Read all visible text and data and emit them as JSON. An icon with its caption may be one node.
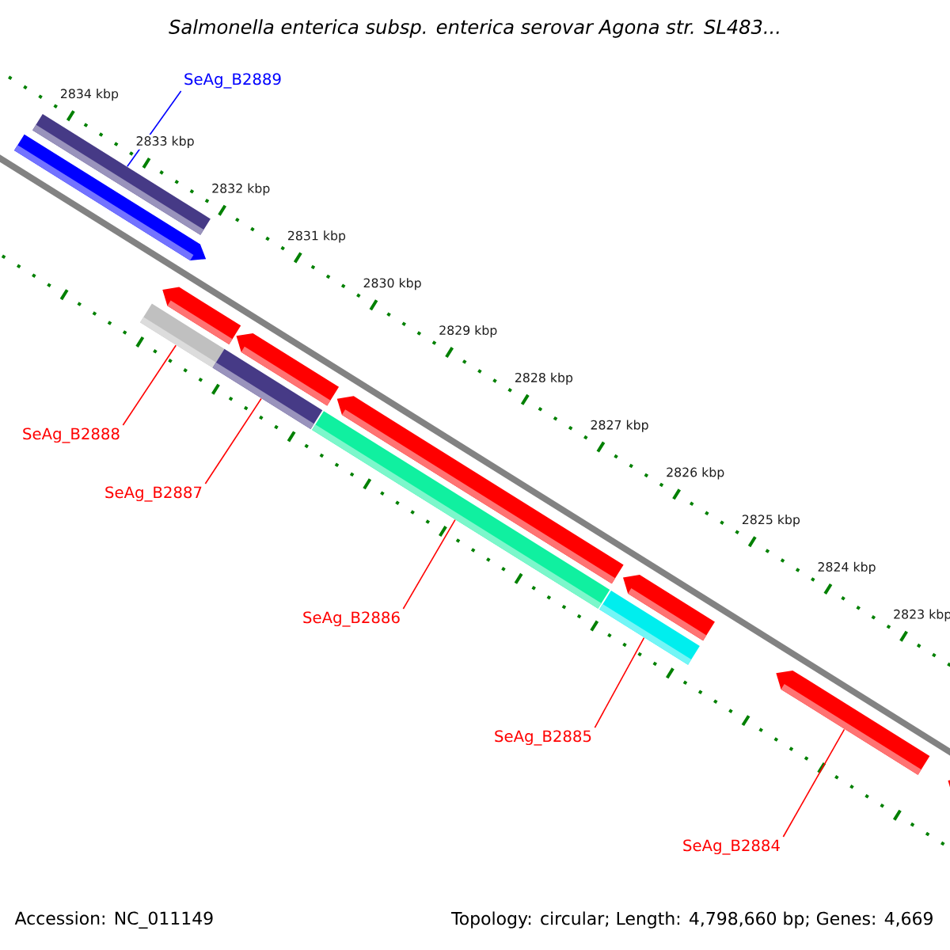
{
  "diagram": {
    "title": "Salmonella enterica subsp. enterica serovar Agona str. SL483...",
    "nodes": [
      {
        "text": [
          "SeAg_B2889"
        ]
      },
      {
        "text": [
          "SeAg_B2888"
        ]
      },
      {
        "text": [
          "SeAg_B2887"
        ]
      },
      {
        "text": [
          "SeAg_B2886"
        ]
      },
      {
        "text": [
          "SeAg_B2885"
        ]
      },
      {
        "text": [
          "SeAg_B2884"
        ]
      },
      {
        "text": [],
        "shape": "bar"
      },
      {
        "text": [],
        "shape": "arrow"
      },
      {
        "text": [],
        "shape": "bar"
      },
      {
        "text": [],
        "shape": "arrow"
      },
      {
        "text": [],
        "shape": "bar"
      },
      {
        "text": [],
        "shape": "arrow"
      },
      {
        "text": [],
        "shape": "bar"
      },
      {
        "text": [],
        "shape": "arrow"
      },
      {
        "text": [],
        "shape": "bar"
      },
      {
        "text": [],
        "shape": "arrow"
      },
      {
        "text": [],
        "shape": "arrow"
      },
      {
        "text": [],
        "shape": "arrow"
      }
    ],
    "edges": [
      {
        "from": 0,
        "to": 6,
        "arrow": "none",
        "color": "#0000ff"
      },
      {
        "from": 1,
        "to": 8,
        "arrow": "none"
      },
      {
        "from": 2,
        "to": 10,
        "arrow": "none"
      },
      {
        "from": 3,
        "to": 12,
        "arrow": "none"
      },
      {
        "from": 4,
        "to": 14,
        "arrow": "none"
      },
      {
        "from": 5,
        "to": 16,
        "arrow": "none"
      }
    ],
    "labels": [
      "2834 kbp",
      "2833 kbp",
      "2832 kbp",
      "2831 kbp",
      "2830 kbp",
      "2829 kbp",
      "2828 kbp",
      "2827 kbp",
      "2826 kbp",
      "2825 kbp",
      "2824 kbp",
      "2823 kbp",
      "Accession: NC_011149",
      "Topology: circular; Length: 4,798,660 bp; Genes: 4,669"
    ]
  }
}
